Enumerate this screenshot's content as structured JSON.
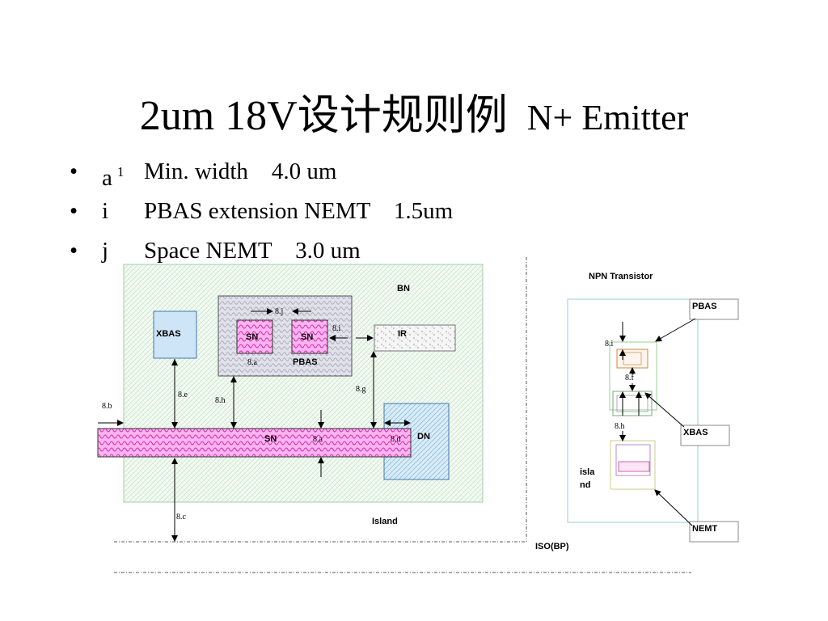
{
  "title": {
    "main": "2um 18V设计规则例",
    "sub": "N+ Emitter"
  },
  "bullets": [
    {
      "symbol": "•",
      "key": "a",
      "sup": "1",
      "text": "Min. width    4.0 um"
    },
    {
      "symbol": "•",
      "key": "i",
      "sup": "",
      "text": "PBAS extension NEMT    1.5um"
    },
    {
      "symbol": "•",
      "key": "j",
      "sup": "",
      "text": "Space NEMT    3.0 um"
    }
  ],
  "left_diagram": {
    "labels": {
      "bn": "BN",
      "xbas": "XBAS",
      "sn1": "SN",
      "sn2": "SN",
      "pbas": "PBAS",
      "ir": "IR",
      "sn_bar": "SN",
      "dn": "DN",
      "island": "Island",
      "iso": "ISO(BP)"
    },
    "dims": {
      "d8j": "8.j",
      "d8i": "8.i",
      "d8a_top": "8.a",
      "d8e": "8.e",
      "d8h": "8.h",
      "d8g": "8.g",
      "d8b": "8.b",
      "d8a_bar": "8.a",
      "d8d": "8.d",
      "d8c": "8.c"
    }
  },
  "right_diagram": {
    "title": "NPN Transistor",
    "labels": {
      "pbas": "PBAS",
      "xbas": "XBAS",
      "nemt": "NEMT",
      "island": "isla\nnd",
      "island_l1": "isla",
      "island_l2": "nd"
    },
    "dims": {
      "d8i": "8.i",
      "d8f": "8.f",
      "d8h": "8.h"
    }
  },
  "colors": {
    "pink": "#ff99ee",
    "pink_stroke": "#cc33aa",
    "light_blue": "#cce6f7",
    "blue_stroke": "#3366cc",
    "green_bg": "#eef7ee",
    "gray_box": "#d7d7e3"
  }
}
